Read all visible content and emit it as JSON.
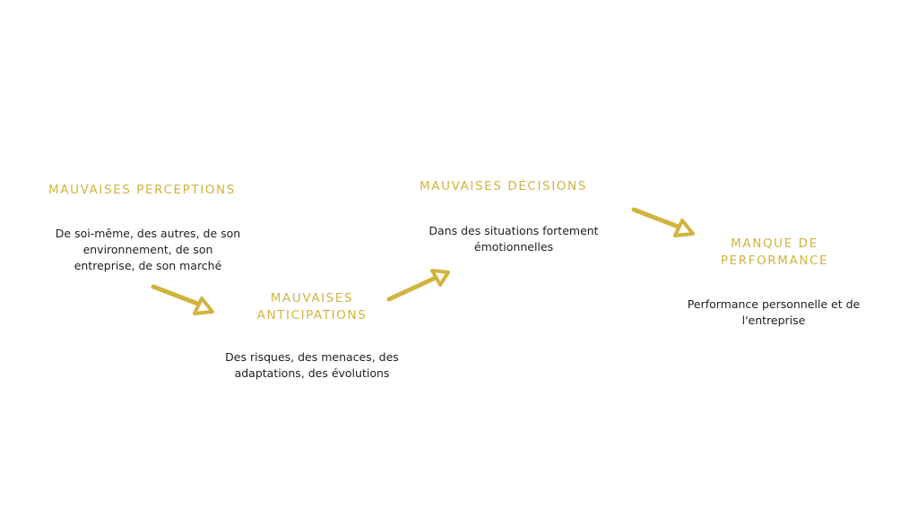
{
  "colors": {
    "accent": "#d1b43f",
    "text": "#1e1e1e",
    "background": "#ffffff"
  },
  "steps": [
    {
      "title": [
        "MAUVAISES PERCEPTIONS"
      ],
      "description": [
        "De soi-même, des autres, de son",
        "environnement, de son",
        "entreprise, de son marché"
      ]
    },
    {
      "title": [
        "MAUVAISES",
        "ANTICIPATIONS"
      ],
      "description": [
        "Des risques, des menaces, des",
        "adaptations, des évolutions"
      ]
    },
    {
      "title": [
        "MAUVAISES DÉCISIONS"
      ],
      "description": [
        "Dans des situations fortement",
        "émotionnelles"
      ]
    },
    {
      "title": [
        "MANQUE DE",
        "PERFORMANCE"
      ],
      "description": [
        "Performance personnelle et de",
        "l'entreprise"
      ]
    }
  ],
  "arrows": [
    {
      "from": "step-1",
      "to": "step-2",
      "icon": "arrow-right-down-icon"
    },
    {
      "from": "step-2",
      "to": "step-3",
      "icon": "arrow-right-up-icon"
    },
    {
      "from": "step-3",
      "to": "step-4",
      "icon": "arrow-right-down-icon"
    }
  ]
}
